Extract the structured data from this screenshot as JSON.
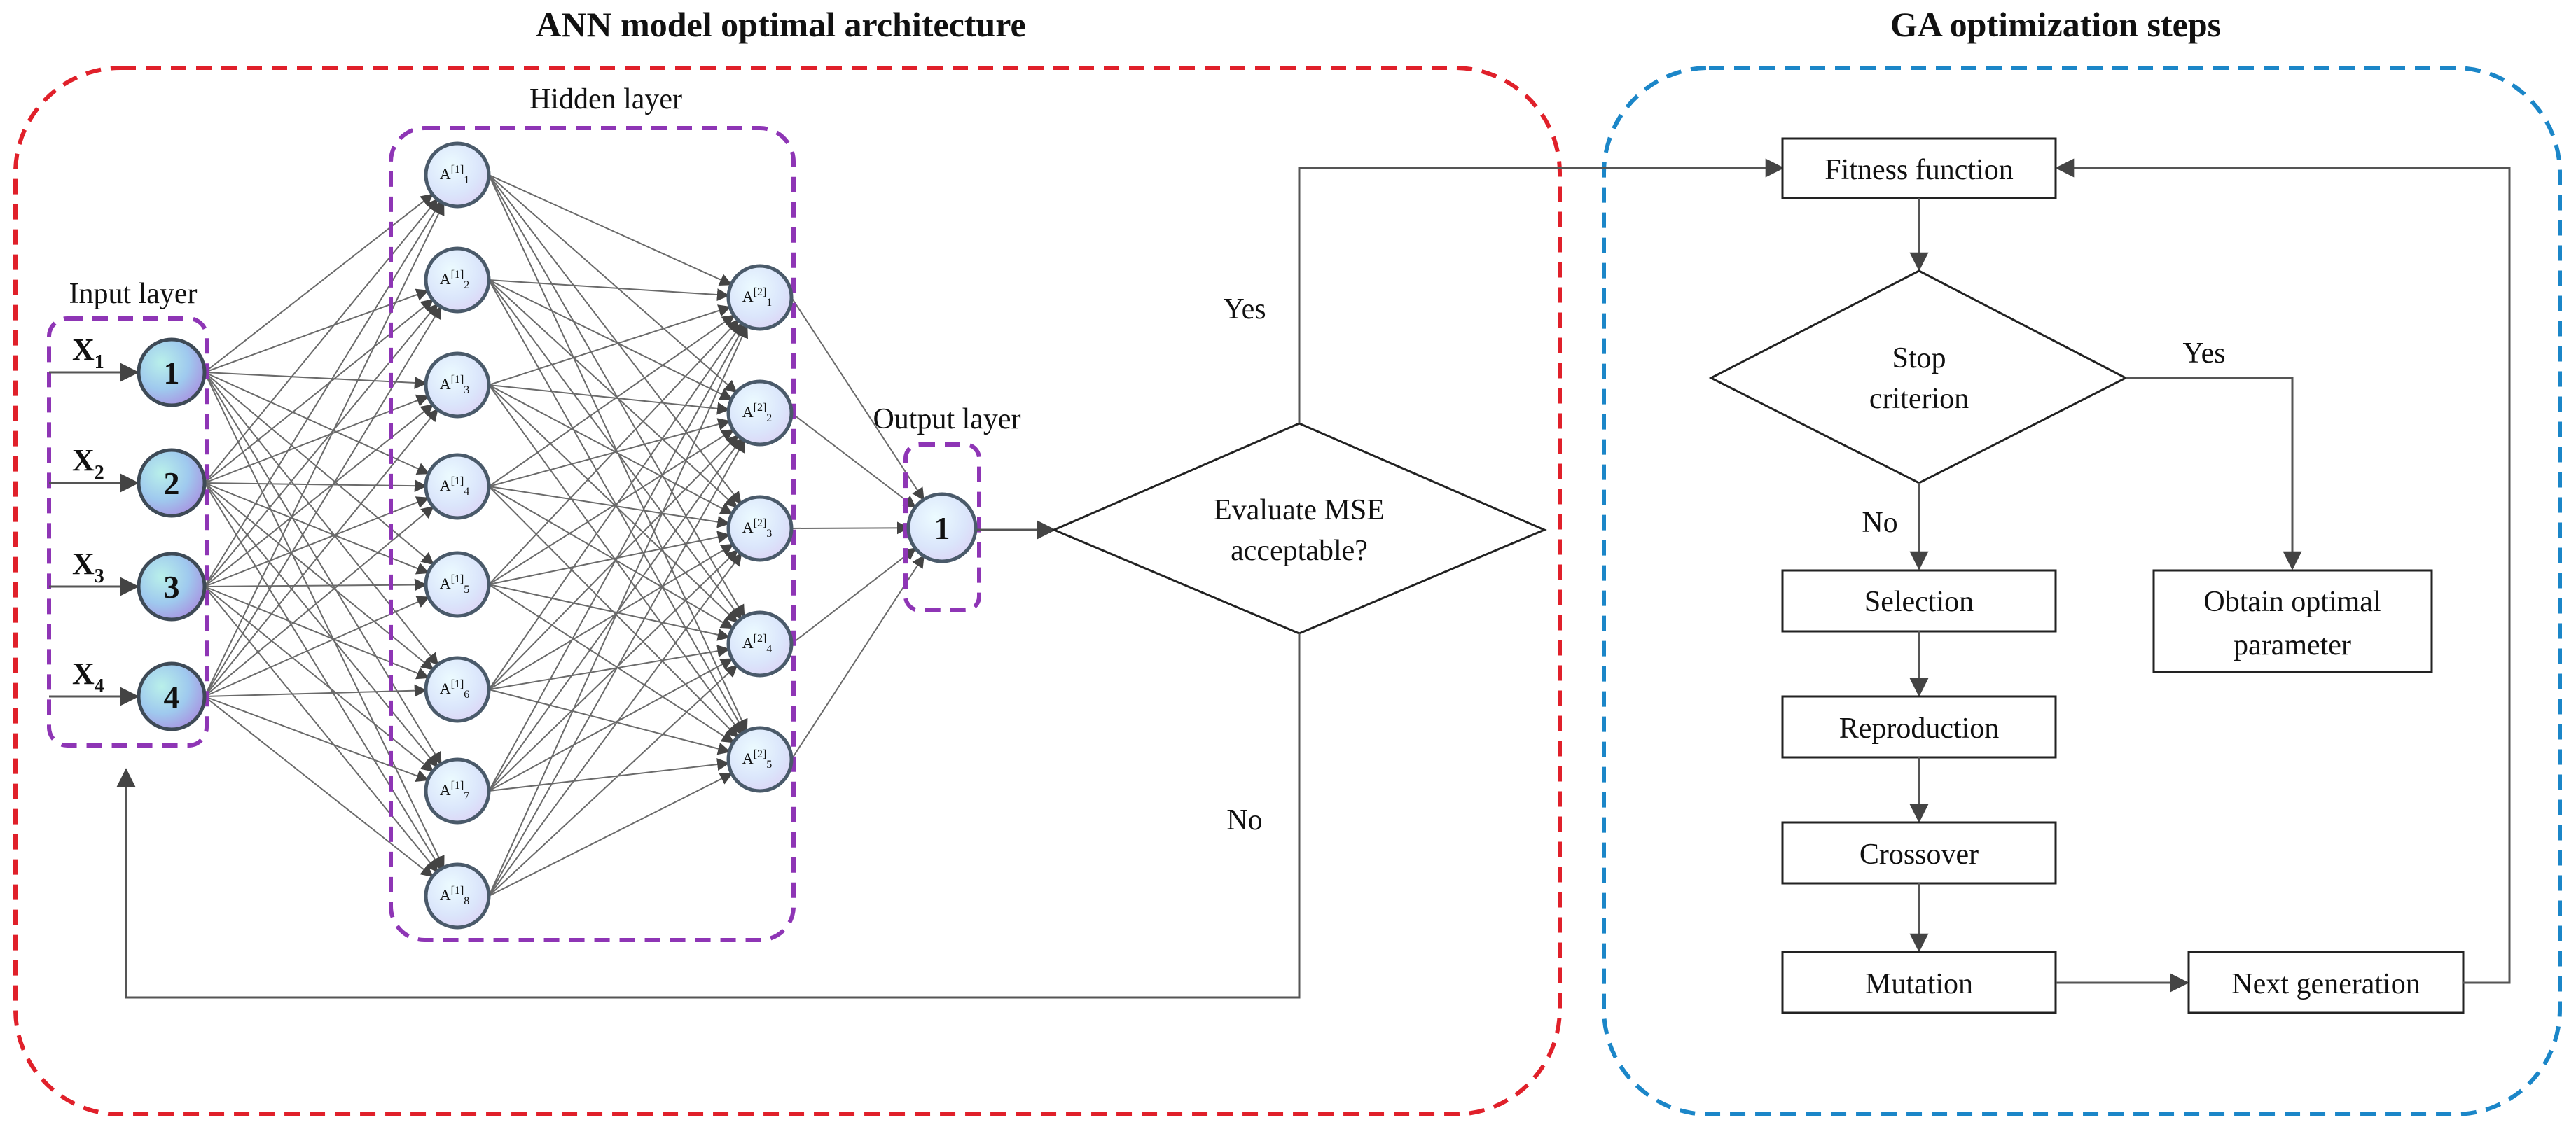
{
  "titles": {
    "ann": "ANN model optimal architecture",
    "ga": "GA optimization steps"
  },
  "ann": {
    "input_layer_label": "Input layer",
    "hidden_layer_label": "Hidden layer",
    "output_layer_label": "Output layer",
    "inputs": [
      {
        "base": "X",
        "sub": "1",
        "node": "1"
      },
      {
        "base": "X",
        "sub": "2",
        "node": "2"
      },
      {
        "base": "X",
        "sub": "3",
        "node": "3"
      },
      {
        "base": "X",
        "sub": "4",
        "node": "4"
      }
    ],
    "hidden1": [
      {
        "base": "A",
        "sup": "[1]",
        "sub": "1"
      },
      {
        "base": "A",
        "sup": "[1]",
        "sub": "2"
      },
      {
        "base": "A",
        "sup": "[1]",
        "sub": "3"
      },
      {
        "base": "A",
        "sup": "[1]",
        "sub": "4"
      },
      {
        "base": "A",
        "sup": "[1]",
        "sub": "5"
      },
      {
        "base": "A",
        "sup": "[1]",
        "sub": "6"
      },
      {
        "base": "A",
        "sup": "[1]",
        "sub": "7"
      },
      {
        "base": "A",
        "sup": "[1]",
        "sub": "8"
      }
    ],
    "hidden2": [
      {
        "base": "A",
        "sup": "[2]",
        "sub": "1"
      },
      {
        "base": "A",
        "sup": "[2]",
        "sub": "2"
      },
      {
        "base": "A",
        "sup": "[2]",
        "sub": "3"
      },
      {
        "base": "A",
        "sup": "[2]",
        "sub": "4"
      },
      {
        "base": "A",
        "sup": "[2]",
        "sub": "5"
      }
    ],
    "output_node": "1",
    "decision_line1": "Evaluate MSE",
    "decision_line2": "acceptable?",
    "yes_label": "Yes",
    "no_label": "No"
  },
  "ga": {
    "fitness": "Fitness function",
    "stop_line1": "Stop",
    "stop_line2": "criterion",
    "yes_label": "Yes",
    "no_label": "No",
    "selection": "Selection",
    "reproduction": "Reproduction",
    "crossover": "Crossover",
    "mutation": "Mutation",
    "next_generation": "Next generation",
    "optimal_line1": "Obtain optimal",
    "optimal_line2": "parameter"
  },
  "colors": {
    "ann_border": "#e0202a",
    "ga_border": "#1b86c8",
    "layer_border": "#8e35b5",
    "line": "#555555"
  }
}
